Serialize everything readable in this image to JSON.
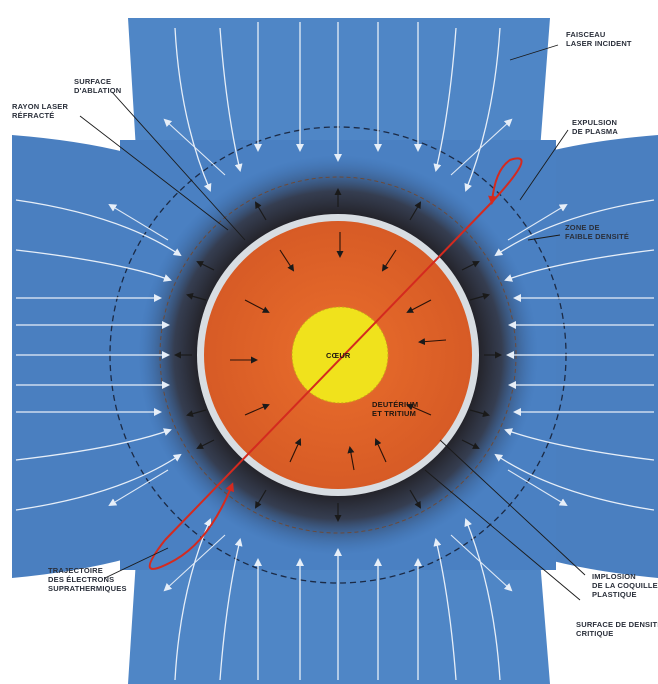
{
  "colors": {
    "background": "#ffffff",
    "laser_blue": "#4f86c6",
    "dark_blue": "#2f5f9e",
    "plasma_dark": "#2a1a14",
    "shell_white": "#d8dde2",
    "fuel_orange": "#e0642a",
    "core_yellow": "#f0e21c",
    "trajectory_red": "#d42a1f",
    "arrow_white": "#e6eef8"
  },
  "labels": {
    "faisceau": [
      "FAISCEAU",
      "LASER INCIDENT"
    ],
    "surface_ablation": [
      "SURFACE",
      "D'ABLATION"
    ],
    "rayon_refracte": [
      "RAYON LASER",
      "RÉFRACTÉ"
    ],
    "expulsion": [
      "EXPULSION",
      "DE PLASMA"
    ],
    "zone_faible": [
      "ZONE DE",
      "FAIBLE DENSITÉ"
    ],
    "coeur": "CŒUR",
    "deuterium": [
      "DEUTÉRIUM",
      "ET TRITIUM"
    ],
    "trajectoire": [
      "TRAJECTOIRE",
      "DES ÉLECTRONS",
      "SUPRATHERMIQUES"
    ],
    "implosion": [
      "IMPLOSION",
      "DE LA COQUILLE",
      "PLASTIQUE"
    ],
    "surface_densite": [
      "SURFACE DE DENSITÉ",
      "CRITIQUE"
    ]
  },
  "icons": [
    "laser-beam",
    "plasma-ring",
    "fuel-shell",
    "core-sphere",
    "electron-trajectory",
    "implosion-arrow",
    "expulsion-arrow"
  ]
}
